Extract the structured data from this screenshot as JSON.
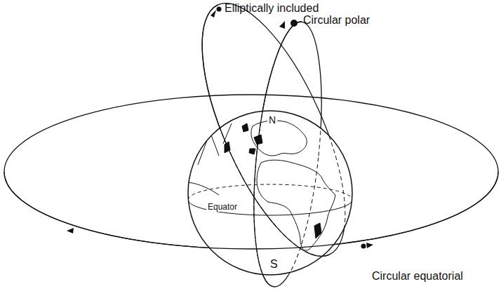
{
  "diagram": {
    "labels": [
      "Elliptically included",
      "Circular polar",
      "N",
      "Equator",
      "S",
      "Circular equatorial"
    ]
  }
}
